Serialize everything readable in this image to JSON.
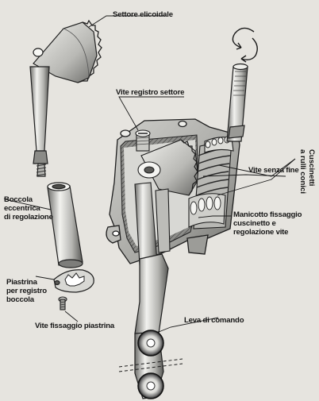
{
  "labels": {
    "settore_elicoidale": "Settore elicoidale",
    "vite_registro_settore": "Vite registro settore",
    "cuscinetti_line1": "Cuscinetti",
    "cuscinetti_line2": "a rulli conici",
    "vite_senza_fine": "Vite senza fine",
    "boccola_line1": "Boccola",
    "boccola_line2": "eccentrica",
    "boccola_line3": "di regolazione",
    "manicotto_line1": "Manicotto fissaggio",
    "manicotto_line2": "cuscinetto e",
    "manicotto_line3": "regolazione vite",
    "piastrina_line1": "Piastrina",
    "piastrina_line2": "per registro",
    "piastrina_line3": "boccola",
    "vite_fissaggio_piastrina": "Vite fissaggio piastrina",
    "leva_di_comando": "Leva di comando"
  },
  "colors": {
    "ink": "#151515",
    "paper": "#e6e4df",
    "metal_light": "#d6d6d3",
    "metal_mid": "#9a9a97",
    "metal_dark": "#3a3a3a"
  }
}
